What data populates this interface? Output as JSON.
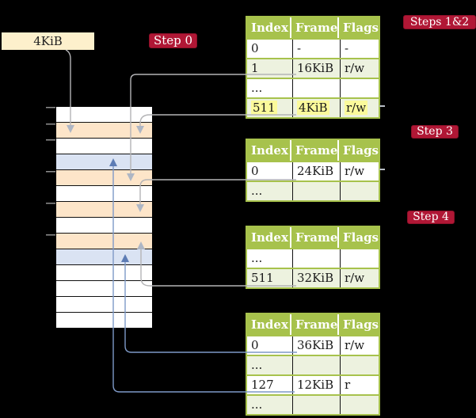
{
  "page": {
    "background": "#000000",
    "description": "Recursive page-table walk diagram"
  },
  "pointer_box": {
    "label": "4KiB",
    "fill": "#fdf0cc"
  },
  "badges": [
    {
      "label": "Step 0"
    },
    {
      "label": "Steps 1&2"
    },
    {
      "label": "Step 3"
    },
    {
      "label": "Step 4"
    }
  ],
  "memory": {
    "rows": [
      {
        "fill": "#ffffff"
      },
      {
        "fill": "#fde5c9"
      },
      {
        "fill": "#ffffff"
      },
      {
        "fill": "#dae3f3"
      },
      {
        "fill": "#fde5c9"
      },
      {
        "fill": "#ffffff"
      },
      {
        "fill": "#fde5c9"
      },
      {
        "fill": "#ffffff"
      },
      {
        "fill": "#fde5c9"
      },
      {
        "fill": "#dae3f3"
      },
      {
        "fill": "#ffffff"
      },
      {
        "fill": "#ffffff"
      },
      {
        "fill": "#ffffff"
      },
      {
        "fill": "#ffffff"
      }
    ]
  },
  "tables": [
    {
      "headers": [
        "Index",
        "Frame",
        "Flags"
      ],
      "rows": [
        {
          "cells": [
            "0",
            "-",
            "-"
          ],
          "fill": "#ffffff"
        },
        {
          "cells": [
            "1",
            "16KiB",
            "r/w"
          ],
          "fill": "#edf2df"
        },
        {
          "cells": [
            "...",
            "",
            ""
          ],
          "fill": "#ffffff"
        },
        {
          "cells": [
            "511",
            "4KiB",
            "r/w"
          ],
          "fill": "#edf2df",
          "highlighted": true
        }
      ]
    },
    {
      "headers": [
        "Index",
        "Frame",
        "Flags"
      ],
      "rows": [
        {
          "cells": [
            "0",
            "24KiB",
            "r/w"
          ],
          "fill": "#ffffff"
        },
        {
          "cells": [
            "...",
            "",
            ""
          ],
          "fill": "#edf2df"
        }
      ]
    },
    {
      "headers": [
        "Index",
        "Frame",
        "Flags"
      ],
      "rows": [
        {
          "cells": [
            "...",
            "",
            ""
          ],
          "fill": "#ffffff"
        },
        {
          "cells": [
            "511",
            "32KiB",
            "r/w"
          ],
          "fill": "#edf2df"
        }
      ]
    },
    {
      "headers": [
        "Index",
        "Frame",
        "Flags"
      ],
      "rows": [
        {
          "cells": [
            "0",
            "36KiB",
            "r/w"
          ],
          "fill": "#ffffff"
        },
        {
          "cells": [
            "...",
            "",
            ""
          ],
          "fill": "#edf2df"
        },
        {
          "cells": [
            "127",
            "12KiB",
            "r"
          ],
          "fill": "#ffffff"
        },
        {
          "cells": [
            "...",
            "",
            ""
          ],
          "fill": "#edf2df"
        }
      ]
    }
  ],
  "colors": {
    "table_header_green": "#a7c24c",
    "table_row_green": "#edf2df",
    "highlight_yellow": "#fbfa9b",
    "memory_peach": "#fde5c9",
    "memory_blue": "#dae3f3",
    "badge_red": "#b01735",
    "arrow_gray": "#b4b4b6",
    "arrow_gray_head": "#aeb6c4",
    "arrow_blue": "#7e99c7",
    "arrow_blue_head": "#5d7cb5"
  }
}
